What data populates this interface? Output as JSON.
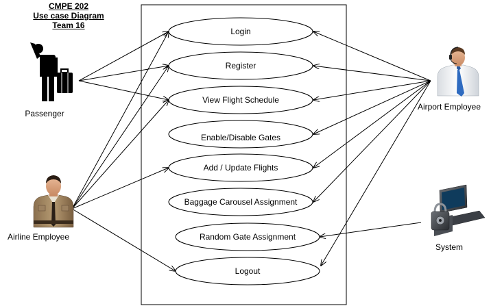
{
  "title": {
    "line1": "CMPE 202",
    "line2": "Use case Diagram",
    "line3": "Team 16"
  },
  "actors": {
    "passenger": "Passenger",
    "airline_employee": "Airline Employee",
    "airport_employee": "Airport Employee",
    "system": "System"
  },
  "use_cases": {
    "login": "Login",
    "register": "Register",
    "view_flight_schedule": "View Flight Schedule",
    "enable_disable_gates": "Enable/Disable Gates",
    "add_update_flights": "Add / Update Flights",
    "baggage_carousel_assignment": "Baggage Carousel Assignment",
    "random_gate_assignment": "Random Gate Assignment",
    "logout": "Logout"
  },
  "associations": [
    {
      "from": "passenger",
      "to": "login"
    },
    {
      "from": "passenger",
      "to": "register"
    },
    {
      "from": "passenger",
      "to": "view_flight_schedule"
    },
    {
      "from": "airline_employee",
      "to": "login"
    },
    {
      "from": "airline_employee",
      "to": "register"
    },
    {
      "from": "airline_employee",
      "to": "view_flight_schedule"
    },
    {
      "from": "airline_employee",
      "to": "add_update_flights"
    },
    {
      "from": "airline_employee",
      "to": "logout"
    },
    {
      "from": "airport_employee",
      "to": "login"
    },
    {
      "from": "airport_employee",
      "to": "register"
    },
    {
      "from": "airport_employee",
      "to": "view_flight_schedule"
    },
    {
      "from": "airport_employee",
      "to": "enable_disable_gates"
    },
    {
      "from": "airport_employee",
      "to": "add_update_flights"
    },
    {
      "from": "airport_employee",
      "to": "baggage_carousel_assignment"
    },
    {
      "from": "airport_employee",
      "to": "logout"
    },
    {
      "from": "system",
      "to": "random_gate_assignment"
    }
  ]
}
